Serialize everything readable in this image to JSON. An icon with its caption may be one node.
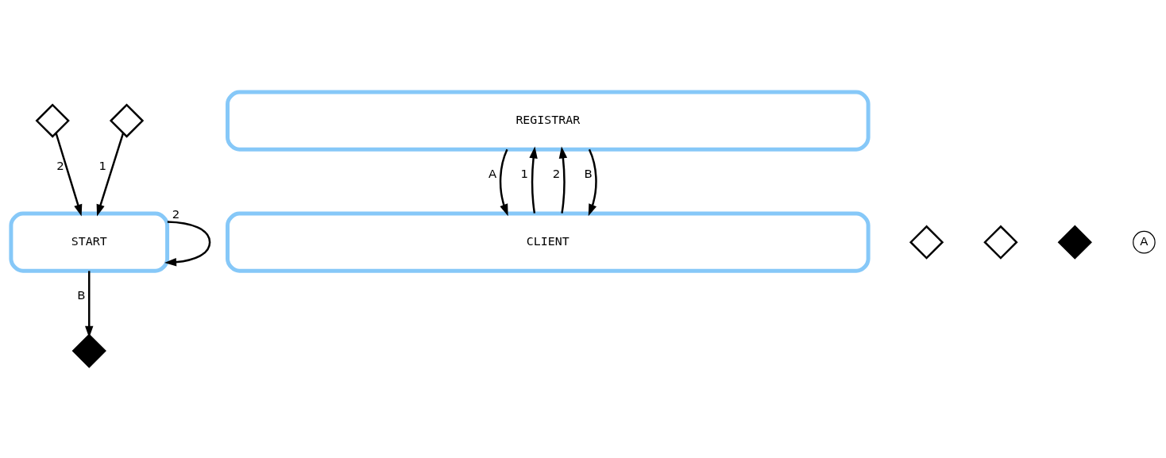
{
  "diagram": {
    "nodes": [
      {
        "text": [
          "START"
        ]
      },
      {
        "text": [],
        "shape": "diamond"
      },
      {
        "text": [],
        "shape": "diamond"
      },
      {
        "text": [],
        "shape": "diamond"
      },
      {
        "text": [
          "REGISTRAR"
        ]
      },
      {
        "text": [
          "CLIENT"
        ]
      },
      {
        "text": [],
        "shape": "diamond"
      },
      {
        "text": [],
        "shape": "diamond"
      },
      {
        "text": [],
        "shape": "diamond"
      }
    ],
    "edges": [
      {
        "from": 2,
        "to": 0,
        "arrow": "to",
        "label": "1"
      },
      {
        "from": 1,
        "to": 0,
        "arrow": "to",
        "label": "2"
      },
      {
        "from": 0,
        "to": 0,
        "arrow": "to",
        "label": "2"
      },
      {
        "from": 0,
        "to": 3,
        "arrow": "to",
        "label": "B"
      },
      {
        "from": 5,
        "to": 4,
        "arrow": "to",
        "label": "1"
      },
      {
        "from": 4,
        "to": 5,
        "arrow": "to",
        "label": "A"
      },
      {
        "from": 5,
        "to": 4,
        "arrow": "to",
        "label": "2"
      },
      {
        "from": 4,
        "to": 5,
        "arrow": "to",
        "label": "B"
      }
    ],
    "labels": [
      "A"
    ]
  }
}
